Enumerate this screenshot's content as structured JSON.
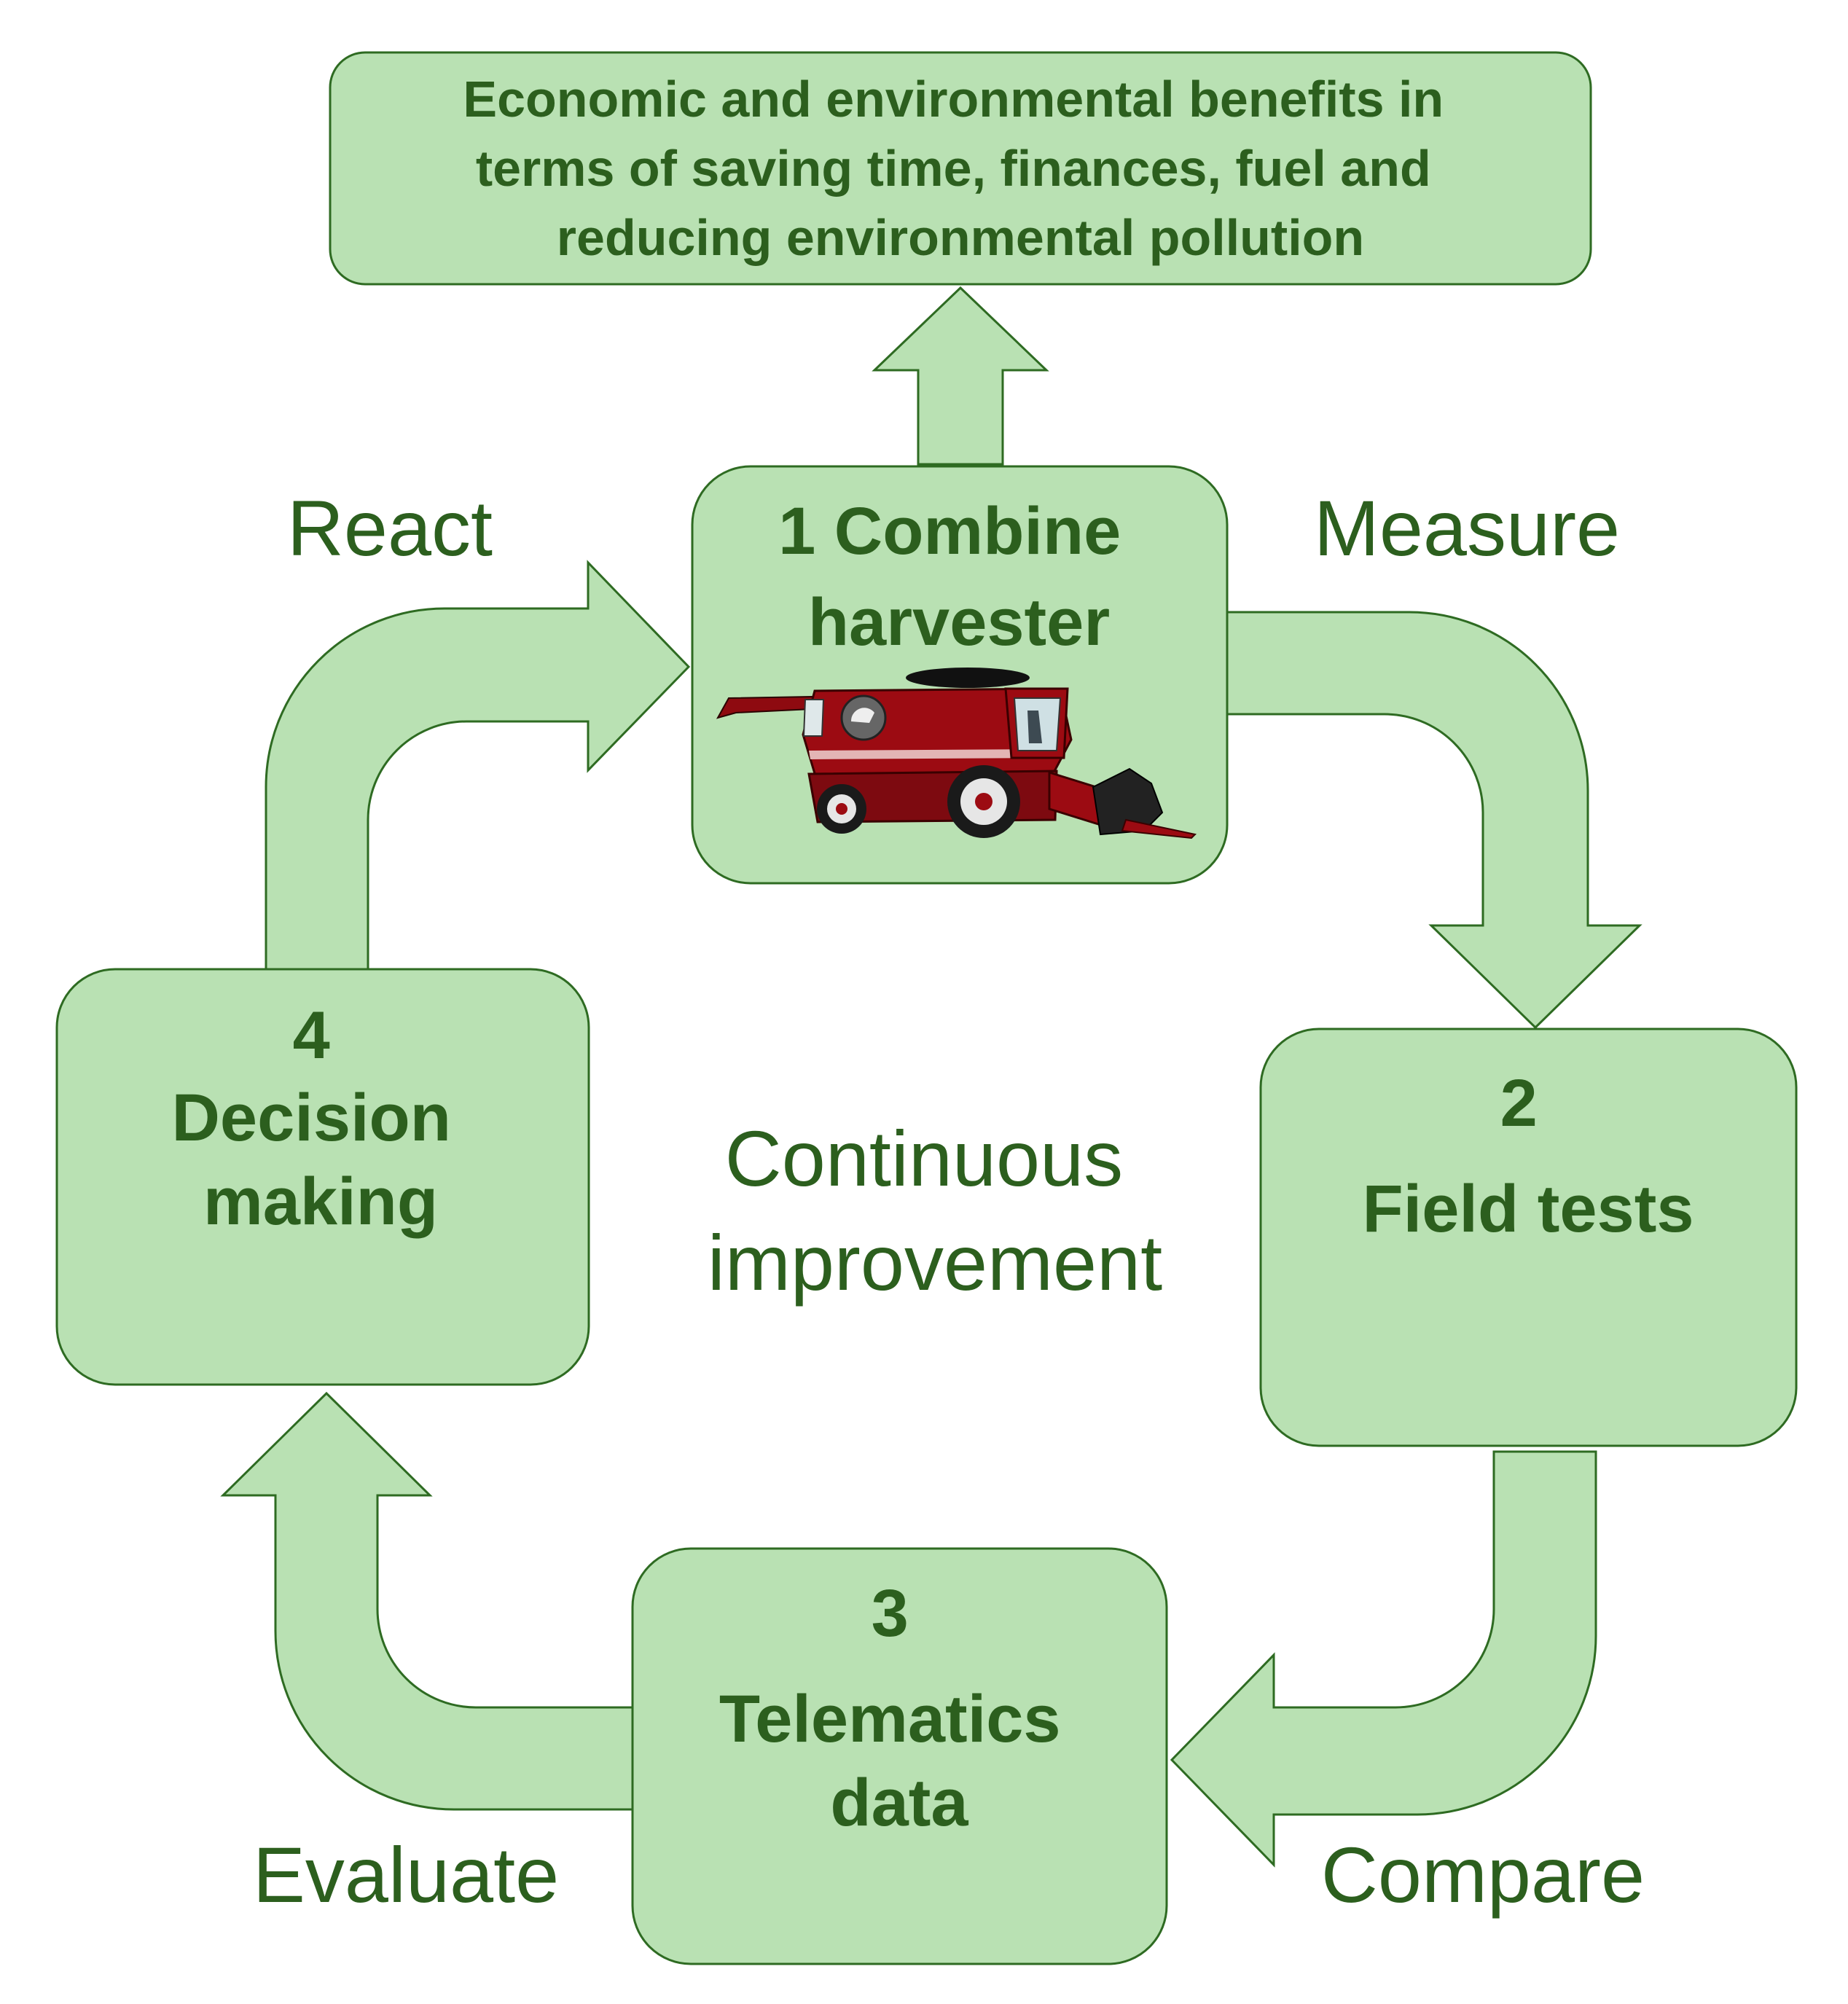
{
  "colors": {
    "box_fill": "#b9e1b3",
    "box_stroke": "#2e6b22",
    "arrow_fill": "#b9e1b3",
    "arrow_stroke": "#2e6b22",
    "text": "#2c5f1e",
    "harvester_body": "#9c0b12"
  },
  "benefits": {
    "lines": [
      "Economic and environmental benefits in",
      "terms of saving time, finances, fuel and",
      "reducing environmental pollution"
    ]
  },
  "steps": [
    {
      "number": "1",
      "lines": [
        "1 Combine",
        "harvester"
      ],
      "icon": "combine-harvester-icon"
    },
    {
      "number": "2",
      "lines": [
        "2",
        "Field tests"
      ]
    },
    {
      "number": "3",
      "lines": [
        "3",
        "Telematics",
        "data"
      ]
    },
    {
      "number": "4",
      "lines": [
        "4",
        "Decision",
        "making"
      ]
    }
  ],
  "cycle_labels": {
    "measure": "Measure",
    "compare": "Compare",
    "evaluate": "Evaluate",
    "react": "React"
  },
  "center": {
    "lines": [
      "Continuous",
      "improvement"
    ]
  }
}
